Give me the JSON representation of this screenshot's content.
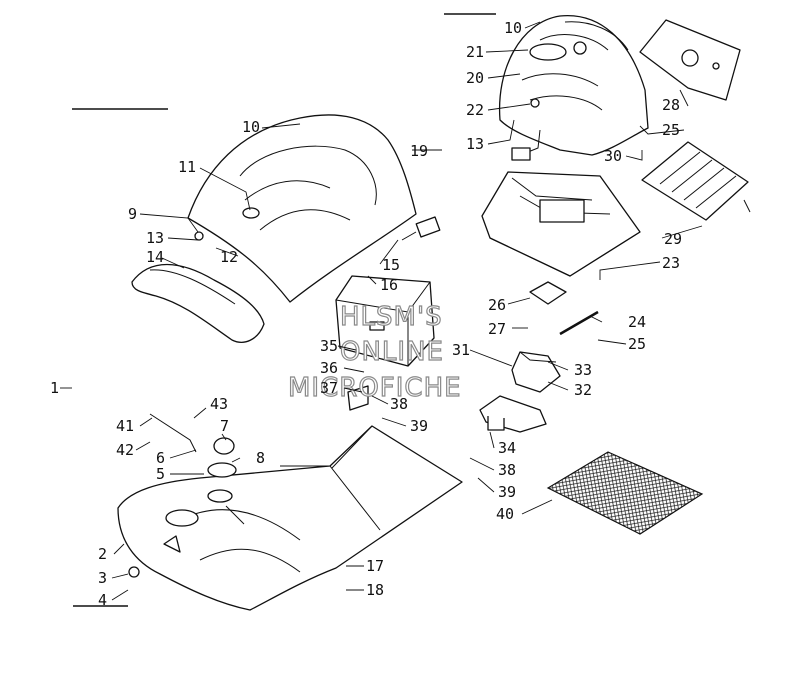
{
  "diagram": {
    "watermark_lines": [
      "HLSM'S",
      "ONLINE",
      "MICROFICHE"
    ],
    "callouts": [
      {
        "id": "10a",
        "text": "10"
      },
      {
        "id": "21",
        "text": "21"
      },
      {
        "id": "20",
        "text": "20"
      },
      {
        "id": "22",
        "text": "22"
      },
      {
        "id": "13a",
        "text": "13"
      },
      {
        "id": "28",
        "text": "28"
      },
      {
        "id": "25a",
        "text": "25"
      },
      {
        "id": "30",
        "text": "30"
      },
      {
        "id": "29",
        "text": "29"
      },
      {
        "id": "23",
        "text": "23"
      },
      {
        "id": "10b",
        "text": "10"
      },
      {
        "id": "11",
        "text": "11"
      },
      {
        "id": "19",
        "text": "19"
      },
      {
        "id": "9",
        "text": "9"
      },
      {
        "id": "13b",
        "text": "13"
      },
      {
        "id": "12",
        "text": "12"
      },
      {
        "id": "14",
        "text": "14"
      },
      {
        "id": "15",
        "text": "15"
      },
      {
        "id": "16",
        "text": "16"
      },
      {
        "id": "26",
        "text": "26"
      },
      {
        "id": "24",
        "text": "24"
      },
      {
        "id": "27",
        "text": "27"
      },
      {
        "id": "25b",
        "text": "25"
      },
      {
        "id": "35",
        "text": "35"
      },
      {
        "id": "31",
        "text": "31"
      },
      {
        "id": "36",
        "text": "36"
      },
      {
        "id": "33",
        "text": "33"
      },
      {
        "id": "37",
        "text": "37"
      },
      {
        "id": "32",
        "text": "32"
      },
      {
        "id": "1",
        "text": "1"
      },
      {
        "id": "38a",
        "text": "38"
      },
      {
        "id": "43",
        "text": "43"
      },
      {
        "id": "39a",
        "text": "39"
      },
      {
        "id": "41",
        "text": "41"
      },
      {
        "id": "7",
        "text": "7"
      },
      {
        "id": "42",
        "text": "42"
      },
      {
        "id": "34",
        "text": "34"
      },
      {
        "id": "6",
        "text": "6"
      },
      {
        "id": "8",
        "text": "8"
      },
      {
        "id": "38b",
        "text": "38"
      },
      {
        "id": "5",
        "text": "5"
      },
      {
        "id": "39b",
        "text": "39"
      },
      {
        "id": "40",
        "text": "40"
      },
      {
        "id": "2",
        "text": "2"
      },
      {
        "id": "17",
        "text": "17"
      },
      {
        "id": "3",
        "text": "3"
      },
      {
        "id": "18",
        "text": "18"
      },
      {
        "id": "4",
        "text": "4"
      }
    ]
  }
}
